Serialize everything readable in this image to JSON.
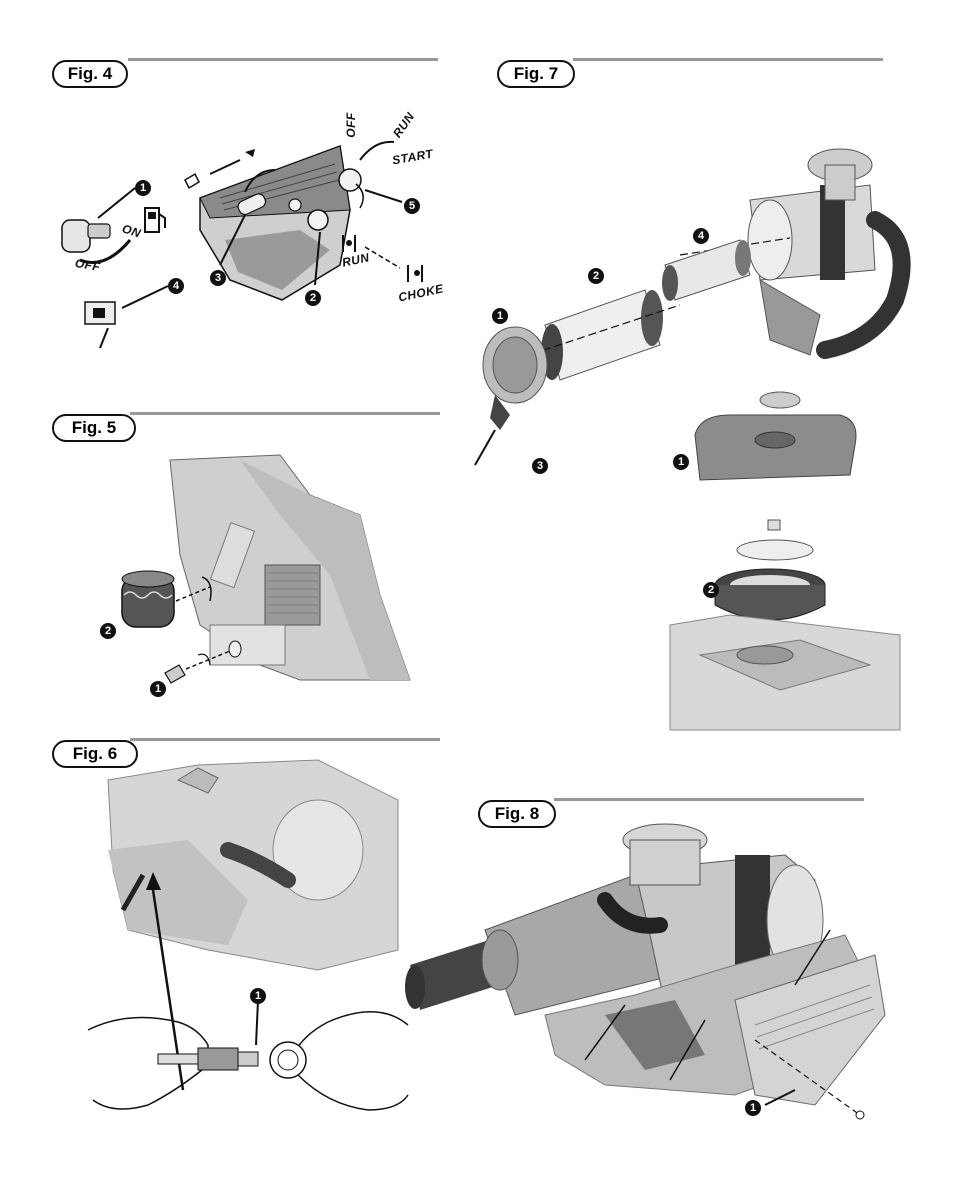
{
  "figures": {
    "fig4": {
      "title": "Fig. 4",
      "callouts": [
        "1",
        "2",
        "3",
        "4",
        "5"
      ],
      "labels": {
        "on": "ON",
        "off_key": "OFF",
        "off": "OFF",
        "run_top": "RUN",
        "start": "START",
        "run": "RUN",
        "choke": "CHOKE"
      }
    },
    "fig5": {
      "title": "Fig. 5",
      "callouts": [
        "1",
        "2"
      ]
    },
    "fig6": {
      "title": "Fig. 6",
      "callouts": [
        "1"
      ]
    },
    "fig7": {
      "title": "Fig. 7",
      "callouts": [
        "1",
        "2",
        "3",
        "4",
        "1",
        "2"
      ]
    },
    "fig8": {
      "title": "Fig. 8",
      "callouts": [
        "1"
      ]
    }
  },
  "colors": {
    "ink": "#111111",
    "rule": "#999999",
    "part_light": "#d9d9d9",
    "part_mid": "#b5b5b5",
    "part_dark": "#555555"
  }
}
